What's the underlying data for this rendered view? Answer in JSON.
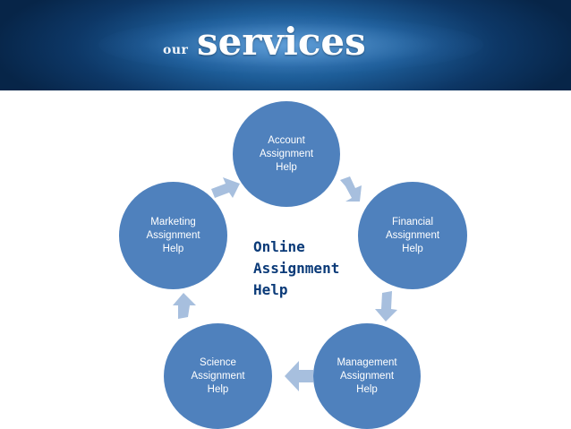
{
  "banner": {
    "prefix": "our",
    "title": "services"
  },
  "cycle": {
    "center_lines": [
      "Online",
      "Assignment",
      "Help"
    ],
    "nodes": [
      {
        "id": "account",
        "lines": [
          "Account",
          "Assignment",
          "Help"
        ]
      },
      {
        "id": "financial",
        "lines": [
          "Financial",
          "Assignment",
          "Help"
        ]
      },
      {
        "id": "management",
        "lines": [
          "Management",
          "Assignment",
          "Help"
        ]
      },
      {
        "id": "science",
        "lines": [
          "Science",
          "Assignment",
          "Help"
        ]
      },
      {
        "id": "marketing",
        "lines": [
          "Marketing",
          "Assignment",
          "Help"
        ]
      }
    ]
  },
  "colors": {
    "node_fill": "#4f81bd",
    "arrow_fill": "#a7bfde",
    "center_text": "#0a3a78",
    "banner_dark": "#0d3766"
  }
}
